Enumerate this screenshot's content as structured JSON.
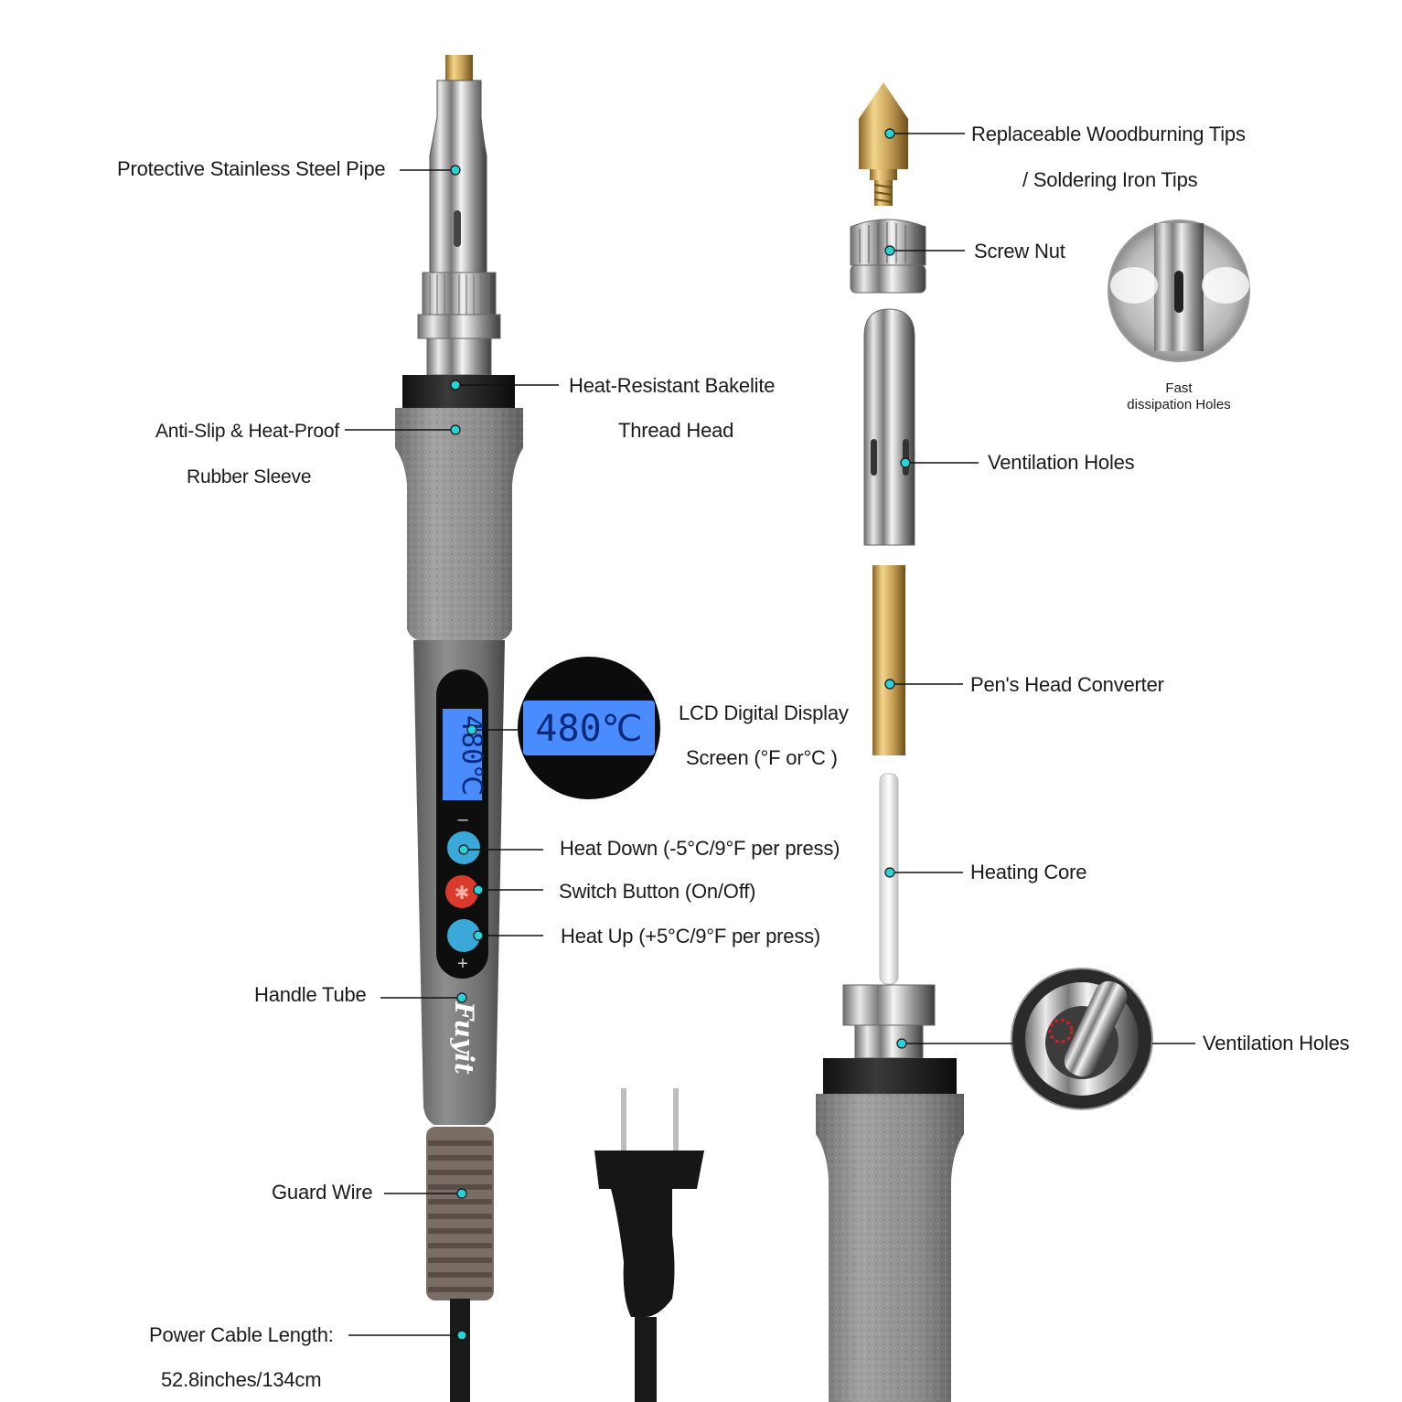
{
  "brand": "Fuyit",
  "lcd_reading": "480℃",
  "colors": {
    "leader_dot": "#27d3d8",
    "button_blue": "#3aa8d8",
    "button_red": "#d93a2b",
    "lcd_blue": "#4a8cff",
    "rubber_gray": "#8a8a8a",
    "brass": "#c9a45a"
  },
  "labels": {
    "protective_pipe": "Protective Stainless Steel Pipe",
    "bakelite_1": "Heat-Resistant Bakelite",
    "bakelite_2": "Thread Head",
    "sleeve_1": "Anti-Slip & Heat-Proof",
    "sleeve_2": "Rubber Sleeve",
    "lcd_1": "LCD Digital Display",
    "lcd_2": "Screen (°F or°C )",
    "heat_down": "Heat Down (-5°C/9°F per press)",
    "switch": "Switch Button (On/Off)",
    "heat_up": "Heat Up (+5°C/9°F per press)",
    "handle_tube": "Handle Tube",
    "guard_wire": "Guard Wire",
    "cable_1": "Power Cable Length:",
    "cable_2": "52.8inches/134cm",
    "tips_1": "Replaceable Woodburning Tips",
    "tips_2": "/ Soldering Iron Tips",
    "screw_nut": "Screw Nut",
    "fast_1": "Fast",
    "fast_2": "dissipation Holes",
    "vent_1": "Ventilation Holes",
    "converter": "Pen's Head Converter",
    "heating_core": "Heating Core",
    "vent_2": "Ventilation Holes"
  },
  "button_signs": {
    "minus": "–",
    "plus": "+"
  }
}
